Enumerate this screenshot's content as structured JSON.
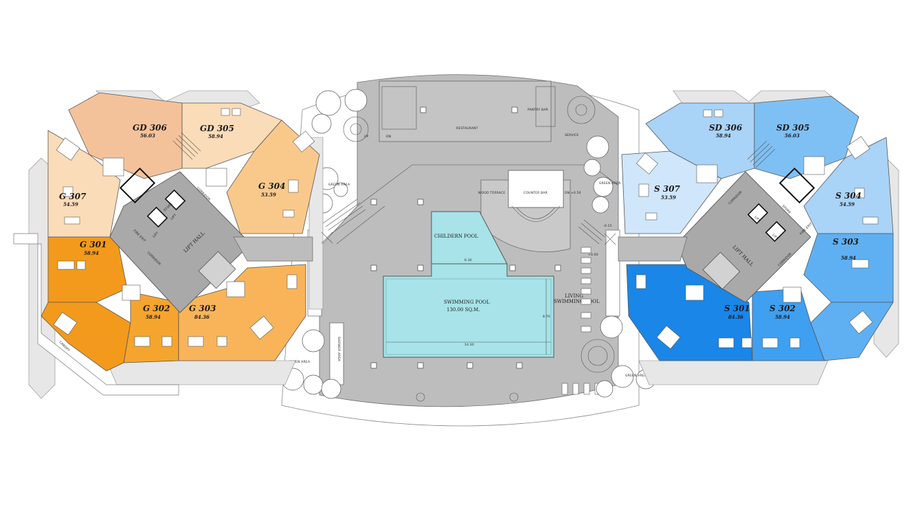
{
  "colors": {
    "orange_dark": "#f39a1c",
    "orange_mid": "#f9b45a",
    "orange_light": "#f9c98c",
    "peach": "#f4c29a",
    "peach_light": "#fbdcb8",
    "blue_dark": "#1a86e8",
    "blue_mid": "#5fb0f2",
    "blue_light": "#a9d3f7",
    "blue_pale": "#cfe6fb",
    "pool": "#a7e3e8",
    "paving": "#bdbdbd"
  },
  "units_left": {
    "gd306": {
      "name": "GD 306",
      "area": "56.03"
    },
    "gd305": {
      "name": "GD 305",
      "area": "58.94"
    },
    "g307": {
      "name": "G 307",
      "area": "54.59"
    },
    "g304": {
      "name": "G 304",
      "area": "53.59"
    },
    "g301": {
      "name": "G 301",
      "area": "58.94"
    },
    "g302": {
      "name": "G 302",
      "area": "58.94"
    },
    "g303": {
      "name": "G 303",
      "area": "84.36"
    }
  },
  "units_right": {
    "sd306": {
      "name": "SD 306",
      "area": "58.94"
    },
    "sd305": {
      "name": "SD 305",
      "area": "56.03"
    },
    "s307": {
      "name": "S   307",
      "area": "53.59"
    },
    "s304": {
      "name": "S 304",
      "area": "54.59"
    },
    "s303": {
      "name": "S 303",
      "area": "58.94"
    },
    "s301": {
      "name": "S 301",
      "area": "84.36"
    },
    "s302": {
      "name": "S 302",
      "area": "58.94"
    }
  },
  "labels": {
    "lift_hall": "LIFT HALL",
    "lift": "LIFT",
    "corridor": "CORRIDOR",
    "fire_exit": "FIRE EXIT",
    "store": "STORE",
    "restaurant": "RESTAURANT",
    "pantry_bar": "PANTRY BAR",
    "service": "SERVICE",
    "wood_terrace": "WOOD TERRACE",
    "counter_bar": "COUNTER BAR",
    "dn_level": "DN +0.50",
    "green_area": "GREEN AREA",
    "canopy": "CANOPY",
    "up": "UP",
    "dn": "DN",
    "children_pool": "CHILDERN POOL",
    "swimming_pool": "SWIMMING POOL",
    "swimming_pool_area": "130.00 SQ.M.",
    "living_swimming_pool_1": "LIVING",
    "living_swimming_pool_2": "SWIMMING POOL",
    "dim_children": "6.30",
    "dim_pool_height": "8.70",
    "dim_pool_width": "14.30",
    "level_1": "+0.00",
    "level_2": "-0.15",
    "shower": "SHOWER AREA"
  }
}
